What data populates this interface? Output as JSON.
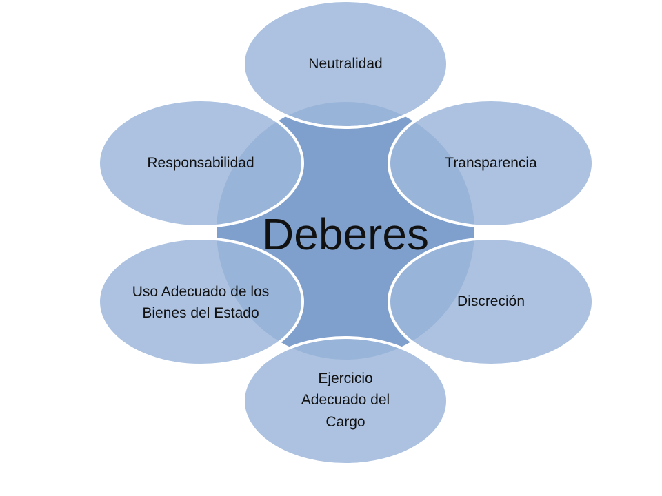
{
  "diagram": {
    "center": "Deberes",
    "items": [
      "Neutralidad",
      "Transparencia",
      "Discreción",
      "Ejercicio Adecuado del Cargo",
      "Uso Adecuado de los Bienes del Estado",
      "Responsabilidad"
    ]
  },
  "colors": {
    "center_fill": "#7f9fcc",
    "ellipse_fill": "#9db7db",
    "ellipse_stroke": "#ffffff"
  }
}
